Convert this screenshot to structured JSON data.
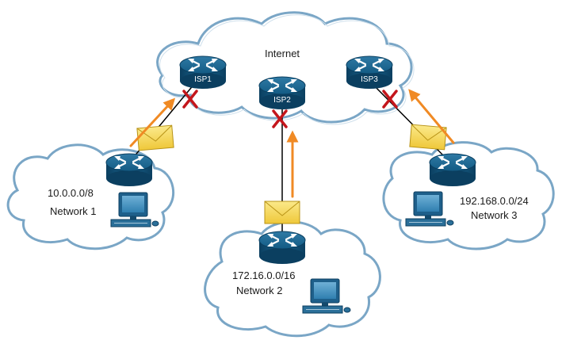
{
  "internet": {
    "label": "Internet"
  },
  "isps": [
    {
      "id": "isp1",
      "label": "ISP1"
    },
    {
      "id": "isp2",
      "label": "ISP2"
    },
    {
      "id": "isp3",
      "label": "ISP3"
    }
  ],
  "networks": [
    {
      "id": "network-1",
      "address": "10.0.0.0/8",
      "name": "Network 1"
    },
    {
      "id": "network-2",
      "address": "172.16.0.0/16",
      "name": "Network 2"
    },
    {
      "id": "network-3",
      "address": "192.168.0.0/24",
      "name": "Network 3"
    }
  ],
  "colors": {
    "cloud_stroke": "#6f9fc2",
    "cloud_fill": "#ffffff",
    "router_top": "#1d5f86",
    "router_body": "#0e4a6f",
    "link": "#000000",
    "arrow": "#f08a24",
    "blocked_x": "#c4161c",
    "envelope": "#f5d95a"
  },
  "icons": {
    "router": "router-icon",
    "pc": "pc-icon",
    "envelope": "envelope-icon",
    "blocked": "blocked-x-icon"
  }
}
